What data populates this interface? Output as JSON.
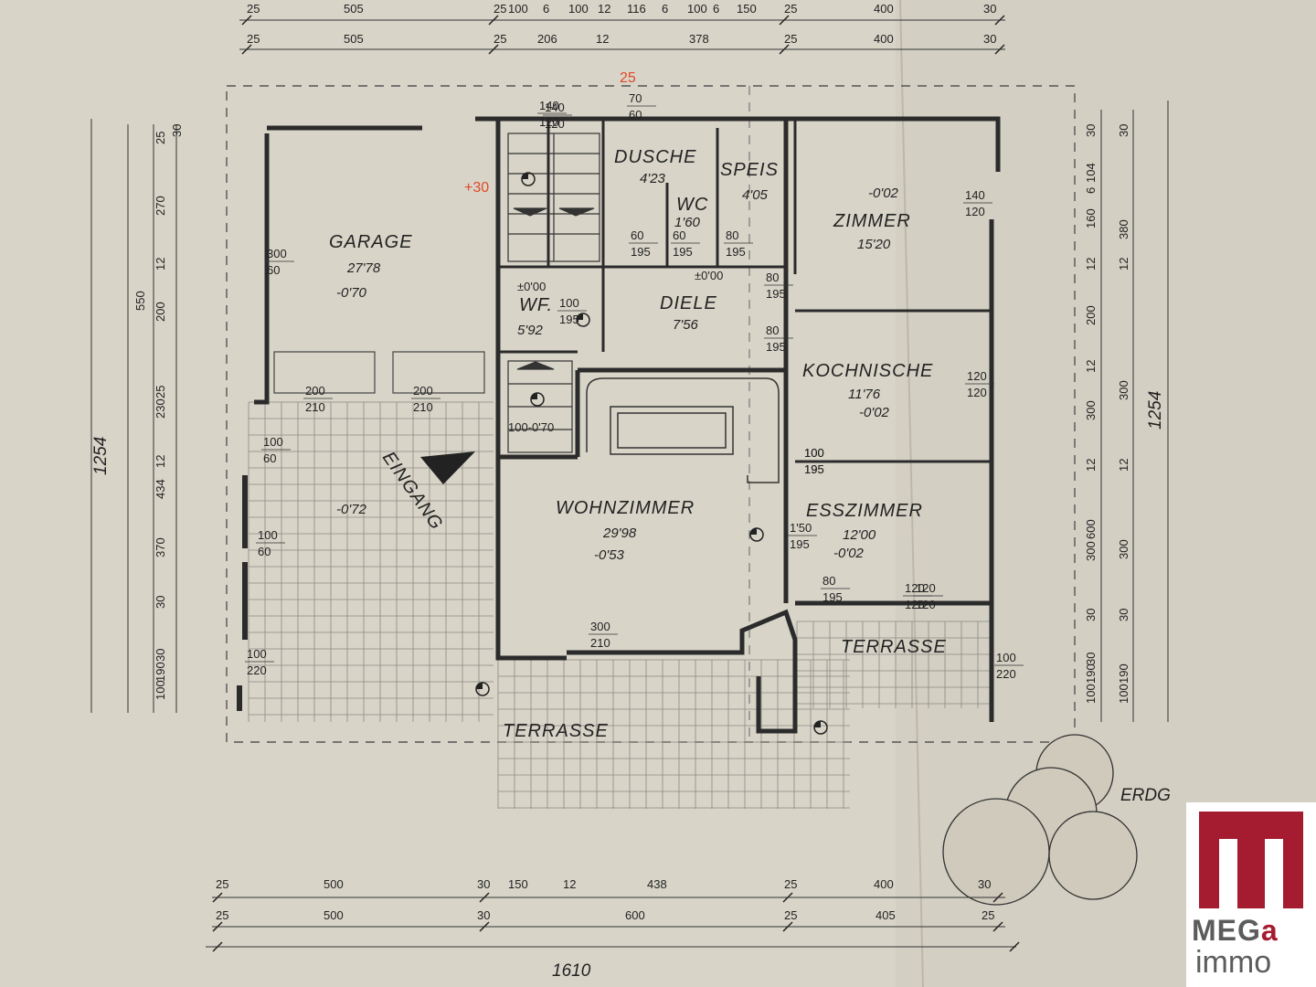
{
  "rooms": [
    {
      "id": "garage",
      "name": "GARAGE",
      "area": "27'78",
      "level": "-0'70"
    },
    {
      "id": "wf",
      "name": "WF.",
      "area": "5'92"
    },
    {
      "id": "diele",
      "name": "DIELE",
      "area": "7'56"
    },
    {
      "id": "dusche",
      "name": "DUSCHE",
      "area": "4'23"
    },
    {
      "id": "wc",
      "name": "WC",
      "area": "1'60"
    },
    {
      "id": "speis",
      "name": "SPEIS",
      "area": "4'05"
    },
    {
      "id": "zimmer",
      "name": "ZIMMER",
      "area": "15'20",
      "level": "-0'02"
    },
    {
      "id": "kochnische",
      "name": "KOCHNISCHE",
      "area": "11'76",
      "level": "-0'02"
    },
    {
      "id": "wohnzimmer",
      "name": "WOHNZIMMER",
      "area": "29'98",
      "level": "-0'53"
    },
    {
      "id": "esszimmer",
      "name": "ESSZIMMER",
      "area": "12'00",
      "level": "-0'02"
    },
    {
      "id": "eingang",
      "name": "EINGANG",
      "level": "-0'72"
    },
    {
      "id": "terrasse_south",
      "name": "TERRASSE"
    },
    {
      "id": "terrasse_east",
      "name": "TERRASSE"
    }
  ],
  "levels": {
    "diele_left": "±0'00",
    "diele_right": "±0'00",
    "stair_landing": "100-0'70"
  },
  "top_dims": {
    "row1": [
      "25",
      "505",
      "25",
      "100",
      "6",
      "100",
      "12",
      "116",
      "6",
      "100",
      "6",
      "150",
      "25",
      "400",
      "30"
    ],
    "row2": [
      "25",
      "505",
      "25",
      "206",
      "12",
      "378",
      "25",
      "400",
      "30"
    ]
  },
  "bottom_dims": {
    "row1": [
      "25",
      "500",
      "30",
      "150",
      "12",
      "438",
      "25",
      "400",
      "30"
    ],
    "row2": [
      "25",
      "500",
      "30",
      "600",
      "25",
      "405",
      "25"
    ],
    "total": "1610"
  },
  "left_dims": {
    "inner": [
      "25",
      "30",
      "270",
      "12",
      "200",
      "25",
      "230",
      "12",
      "434",
      "370",
      "30",
      "30",
      "190",
      "100"
    ],
    "mid": [
      "550"
    ],
    "total": "1254"
  },
  "right_dims": {
    "inner": [
      "30",
      "104",
      "6",
      "160",
      "12",
      "200",
      "12",
      "300",
      "12",
      "600",
      "300",
      "30",
      "30",
      "190",
      "100"
    ],
    "mid": [
      "30",
      "380",
      "12",
      "300",
      "12",
      "300",
      "30",
      "190",
      "100"
    ],
    "total": "1254"
  },
  "openings": [
    "300/60",
    "200/210",
    "200/210",
    "100/60",
    "100/60",
    "100/220",
    "100/195",
    "80/195",
    "80/195",
    "100/195",
    "140/120",
    "140/120",
    "120/120",
    "100/195",
    "1'50/195",
    "80/195",
    "120/120",
    "120/120",
    "300/210",
    "100/220",
    "60/195",
    "60/195",
    "80/195",
    "70/60",
    "140/120"
  ],
  "annotations": {
    "red_dim": "25",
    "red_plus": "+30",
    "drawing_label": "ERDG"
  },
  "logo": {
    "line1_a": "MEG",
    "line1_b": "a",
    "line2": "immo",
    "color_brand": "#a51c30",
    "color_text": "#5c5c5c"
  }
}
